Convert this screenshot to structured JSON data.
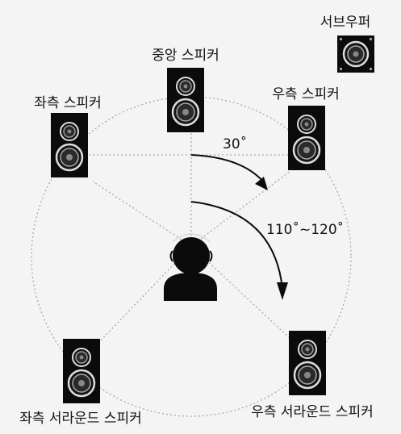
{
  "labels": {
    "center_speaker": "중앙 스피커",
    "left_speaker": "좌측 스피커",
    "right_speaker": "우측 스피커",
    "subwoofer": "서브우퍼",
    "left_surround": "좌측 서라운드 스피커",
    "right_surround": "우측 서라운드 스피커"
  },
  "angles": {
    "front": "30˚",
    "surround": "110˚~120˚"
  },
  "colors": {
    "background": "#f4f4f4",
    "speaker_body": "#0b0b0b",
    "driver_ring": "#d9d9d9",
    "dotted_line": "#a8a8a8"
  }
}
